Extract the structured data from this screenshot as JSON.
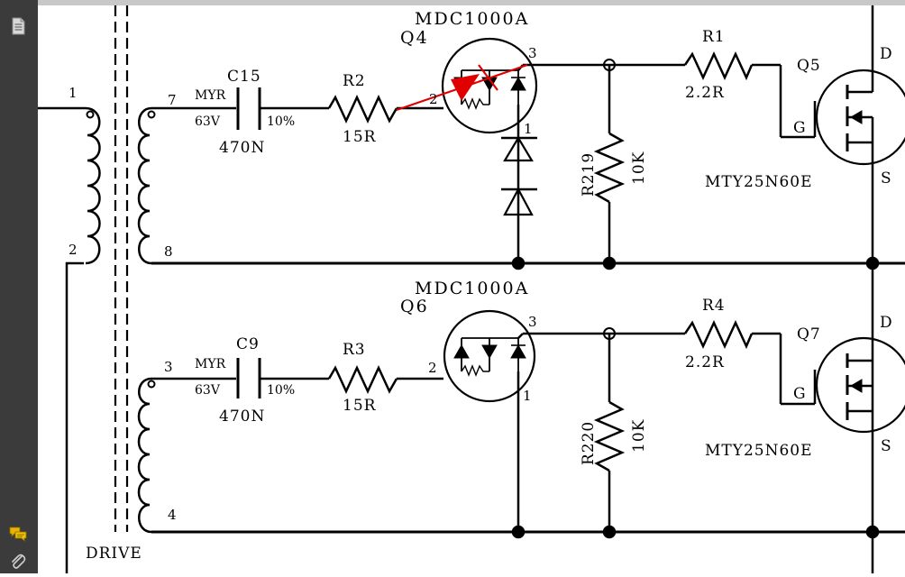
{
  "sidebar": {
    "tools": [
      {
        "name": "page-thumbnails-icon"
      },
      {
        "name": "comments-icon"
      },
      {
        "name": "attachments-icon"
      }
    ]
  },
  "schematic": {
    "transformer": {
      "label": "DRIVE",
      "primary_pins": [
        "1",
        "2"
      ],
      "secondary_top_pins": [
        "7",
        "8"
      ],
      "secondary_bottom_pins": [
        "3",
        "4"
      ]
    },
    "stage_top": {
      "driver_name": "MDC1000A",
      "driver_ref": "Q4",
      "driver_pins": [
        "3",
        "2",
        "1"
      ],
      "cap_ref": "C15",
      "cap_type": "MYR",
      "cap_voltage": "63V",
      "cap_tolerance": "10%",
      "cap_value": "470N",
      "gate_res_ref": "R2",
      "gate_res_value": "15R",
      "out_res_ref": "R1",
      "out_res_value": "2.2R",
      "pulldown_ref": "R219",
      "pulldown_value": "10K",
      "mosfet_ref": "Q5",
      "mosfet_part": "MTY25N60E",
      "mosfet_pins": [
        "D",
        "G",
        "S"
      ]
    },
    "stage_bottom": {
      "driver_name": "MDC1000A",
      "driver_ref": "Q6",
      "driver_pins": [
        "3",
        "2",
        "1"
      ],
      "cap_ref": "C9",
      "cap_type": "MYR",
      "cap_voltage": "63V",
      "cap_tolerance": "10%",
      "cap_value": "470N",
      "gate_res_ref": "R3",
      "gate_res_value": "15R",
      "out_res_ref": "R4",
      "out_res_value": "2.2R",
      "pulldown_ref": "R220",
      "pulldown_value": "10K",
      "mosfet_ref": "Q7",
      "mosfet_part": "MTY25N60E",
      "mosfet_pins": [
        "D",
        "G",
        "S"
      ]
    },
    "annotation_color": "#e00000"
  }
}
